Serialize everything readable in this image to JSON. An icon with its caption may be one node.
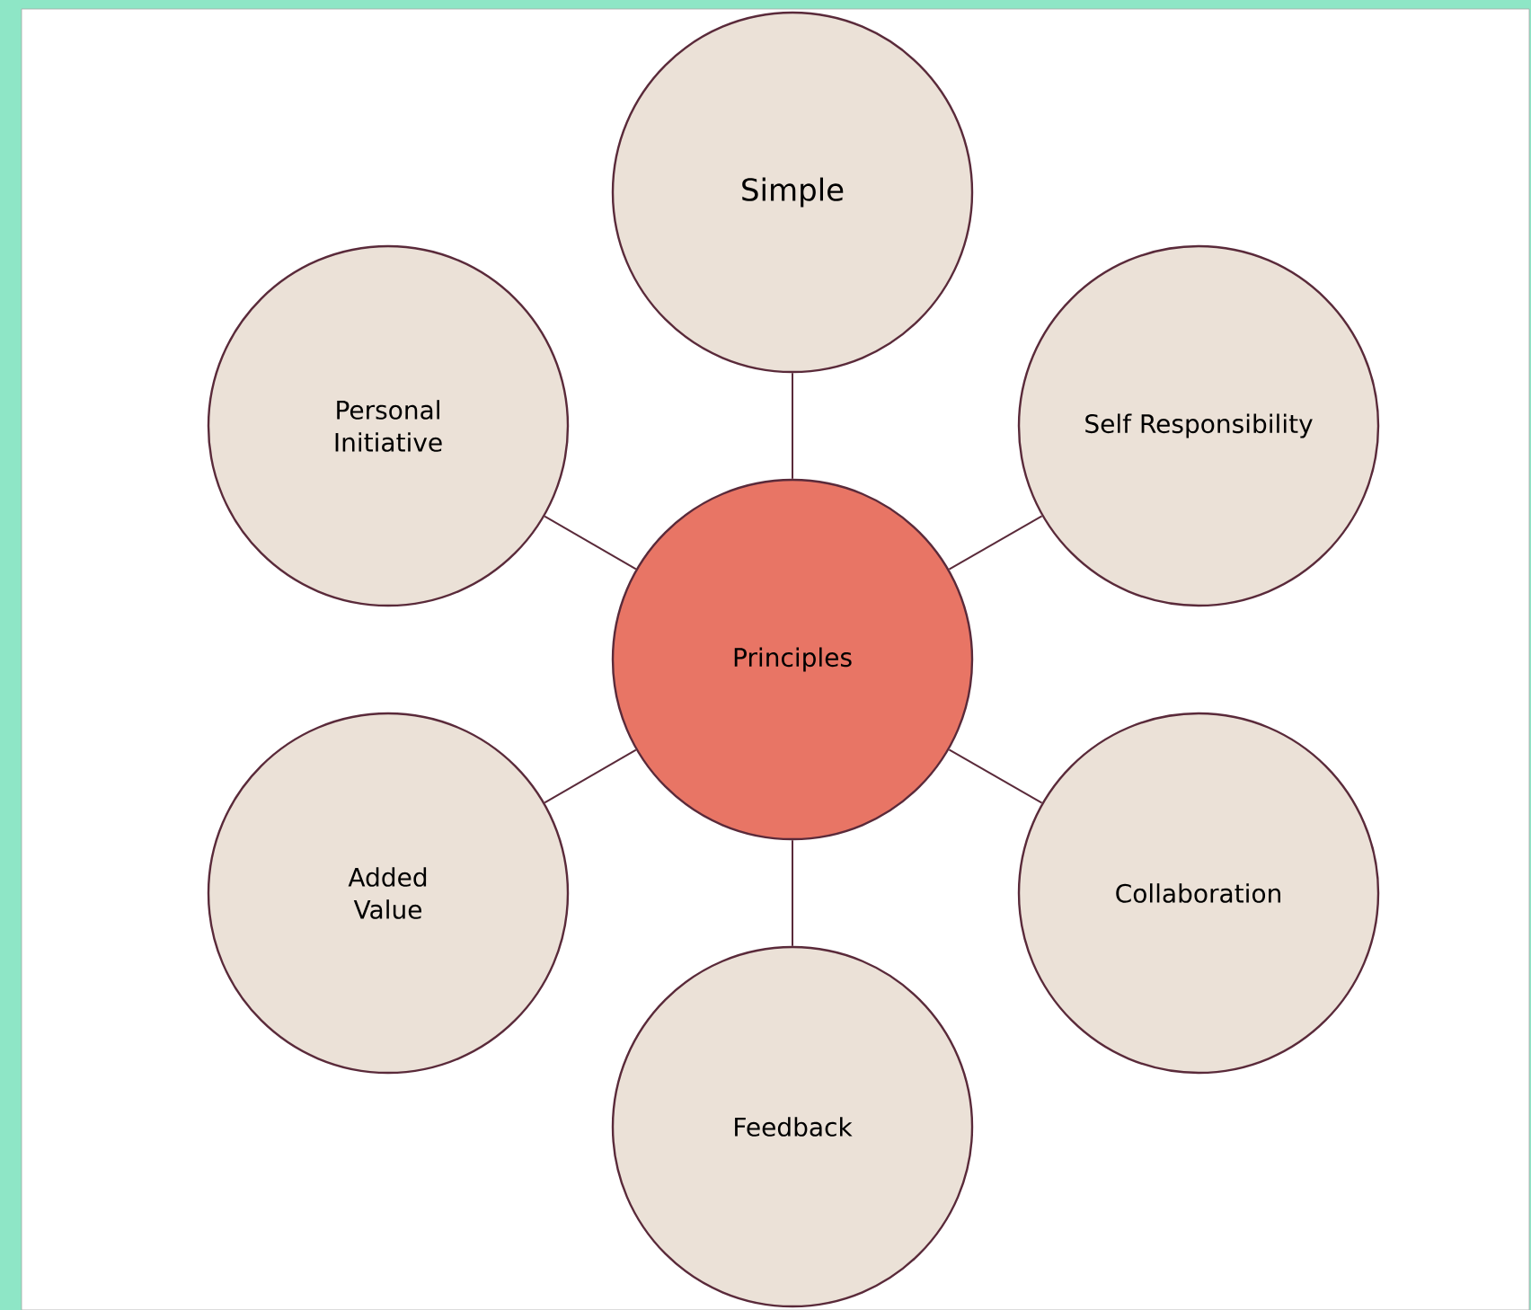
{
  "diagram": {
    "nodes": [
      {
        "text": [
          "Principles"
        ]
      },
      {
        "text": [
          "Simple"
        ]
      },
      {
        "text": [
          "Self Responsibility"
        ]
      },
      {
        "text": [
          "Collaboration"
        ]
      },
      {
        "text": [
          "Feedback"
        ]
      },
      {
        "text": [
          "Added Value"
        ]
      },
      {
        "text": [
          "Personal Initiative"
        ]
      }
    ],
    "edges": [
      {
        "from": 0,
        "to": 1,
        "arrow": "none"
      },
      {
        "from": 0,
        "to": 2,
        "arrow": "none"
      },
      {
        "from": 0,
        "to": 3,
        "arrow": "none"
      },
      {
        "from": 0,
        "to": 4,
        "arrow": "none"
      },
      {
        "from": 0,
        "to": 5,
        "arrow": "none"
      },
      {
        "from": 0,
        "to": 6,
        "arrow": "none"
      }
    ]
  }
}
